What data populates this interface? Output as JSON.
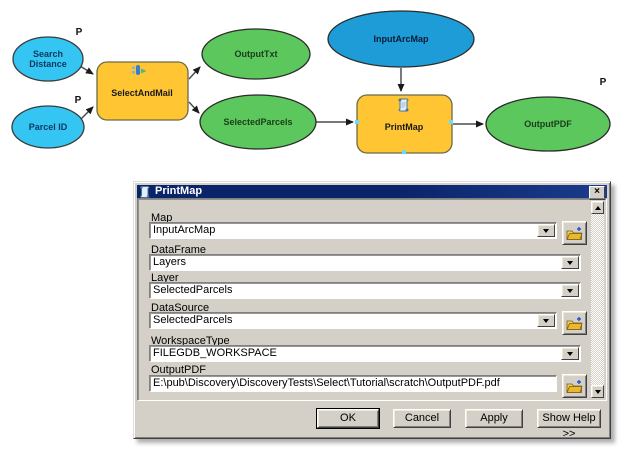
{
  "colors": {
    "parameter_fill": "#35C5F2",
    "input_fill": "#1E9CD7",
    "output_fill": "#5CC75C",
    "tool_fill": "#FFC532",
    "titlebar": "#0A246A",
    "dialog_bg": "#D4D0C8"
  },
  "diagram": {
    "search_distance": {
      "line1": "Search",
      "line2": "Distance",
      "badge": "P"
    },
    "parcel_id": {
      "label": "Parcel ID",
      "badge": "P"
    },
    "select_and_mail": {
      "label": "SelectAndMail"
    },
    "output_txt": {
      "label": "OutputTxt"
    },
    "selected_parcels": {
      "label": "SelectedParcels"
    },
    "input_arcmap": {
      "label": "InputArcMap"
    },
    "print_map": {
      "label": "PrintMap"
    },
    "output_pdf": {
      "label": "OutputPDF",
      "badge": "P"
    }
  },
  "dialog": {
    "title": "PrintMap",
    "close": "×",
    "fields": [
      {
        "label": "Map",
        "value": "InputArcMap"
      },
      {
        "label": "DataFrame",
        "value": "Layers"
      },
      {
        "label": "Layer",
        "value": "SelectedParcels"
      },
      {
        "label": "DataSource",
        "value": "SelectedParcels"
      },
      {
        "label": "WorkspaceType",
        "value": "FILEGDB_WORKSPACE"
      },
      {
        "label": "OutputPDF",
        "value": "E:\\pub\\Discovery\\DiscoveryTests\\Select\\Tutorial\\scratch\\OutputPDF.pdf"
      }
    ],
    "buttons": {
      "ok": "OK",
      "cancel": "Cancel",
      "apply": "Apply",
      "show_help": "Show Help >>"
    }
  }
}
